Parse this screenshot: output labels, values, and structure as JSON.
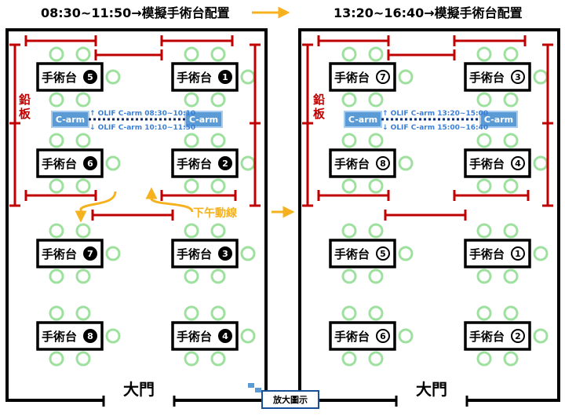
{
  "titles": {
    "left": "08:30~11:50→模擬手術台配置",
    "right": "13:20~16:40→模擬手術台配置"
  },
  "or_label": "手術台",
  "lead_panel_label": "鉛板",
  "carm_label": "C-arm",
  "left_panel": {
    "olif_top": "↑ OLIF C-arm 08:30~10:10",
    "olif_bottom": "↓ OLIF C-arm 10:10~11:50",
    "afternoon_movement": "下午動線",
    "tables": [
      {
        "num": "5"
      },
      {
        "num": "1"
      },
      {
        "num": "6"
      },
      {
        "num": "2"
      },
      {
        "num": "7"
      },
      {
        "num": "3"
      },
      {
        "num": "8"
      },
      {
        "num": "4"
      }
    ]
  },
  "right_panel": {
    "olif_top": "↑ OLIF C-arm 13:20~15:00",
    "olif_bottom": "↓ OLIF C-arm 15:00~16:40",
    "tables": [
      {
        "num": "7"
      },
      {
        "num": "3"
      },
      {
        "num": "8"
      },
      {
        "num": "4"
      },
      {
        "num": "5"
      },
      {
        "num": "1"
      },
      {
        "num": "6"
      },
      {
        "num": "2"
      }
    ]
  },
  "main_door": "大門",
  "zoom_button": "放大圖示",
  "colors": {
    "lead_panel": "#c00000",
    "carm_fill": "#5b9bd5",
    "carm_border": "#a9cdf0",
    "stool": "#9ee09e",
    "arrow": "#f5b21e"
  }
}
